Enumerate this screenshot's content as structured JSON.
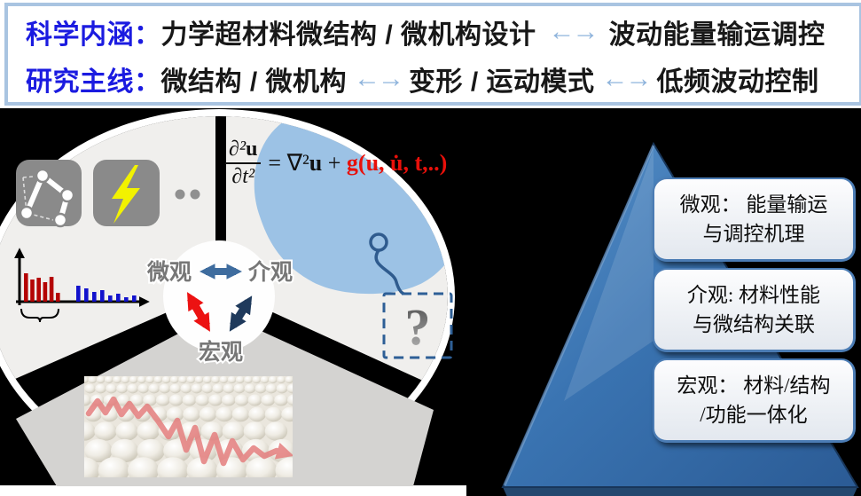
{
  "header": {
    "line1": {
      "label": "科学内涵：",
      "part1": "力学超材料微结构 / 微机构设计",
      "arrow": "←→",
      "part2": "波动能量输运调控"
    },
    "line2": {
      "label": "研究主线：",
      "part1": "微结构 / 微机构",
      "arrow1": "←→",
      "part2": "变形 / 运动模式",
      "arrow2": "←→",
      "part3": "低频波动控制"
    },
    "label_color": "#1B1BE0",
    "arrow_color": "#8FB4DC"
  },
  "cycle": {
    "micro": "微观",
    "meso": "介观",
    "macro": "宏观",
    "arrow_colors": {
      "micro_meso": "#3E6C9E",
      "micro_macro": "#EC1212",
      "meso_macro": "#1F3A5C"
    }
  },
  "equation": {
    "num_a": "∂²",
    "num_b": "u",
    "den": "∂t²",
    "r1": "= ∇²",
    "r2": "u",
    "r3": " + ",
    "forcing": "g(u, u̇, t,..)"
  },
  "question": {
    "mark": "?"
  },
  "icons": [
    "linkage-mechanism-icon",
    "lightning-bolt-icon",
    "ellipsis-dots-icon",
    "question-mark-icon"
  ],
  "left": {
    "spectrum": {
      "red": {
        "color": "#B40404",
        "values": [
          32,
          25,
          27,
          22,
          28,
          10
        ]
      },
      "blue": {
        "color": "#1212CC",
        "values": [
          18,
          15,
          11,
          13,
          7,
          9,
          5,
          7
        ]
      }
    }
  },
  "pyramid": {
    "fill": "#3A74B2",
    "levels": [
      {
        "line1": "微观： 能量输运",
        "line2": "与调控机理"
      },
      {
        "line1": "介观: 材料性能",
        "line2": "与微结构关联"
      },
      {
        "line1": "宏观： 材料/结构",
        "line2": "/功能一体化"
      }
    ]
  }
}
